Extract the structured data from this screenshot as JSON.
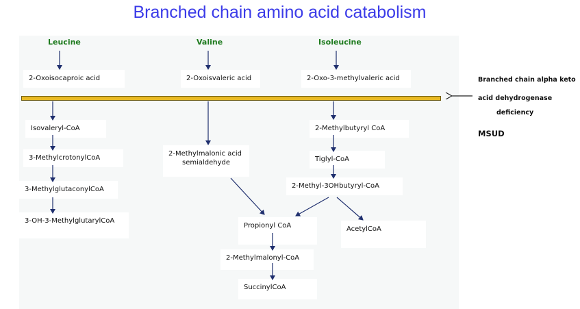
{
  "title": "Branched chain amino acid catabolism",
  "amino_acids": {
    "leucine": "Leucine",
    "valine": "Valine",
    "isoleucine": "Isoleucine"
  },
  "keto_acids": {
    "leucine": "2-Oxoisocaproic acid",
    "valine": "2-Oxoisvaleric acid",
    "isoleucine": "2-Oxo-3-methylvaleric acid"
  },
  "leucine_path": [
    "Isovaleryl-CoA",
    "3-MethylcrotonylCoA",
    "3-MethylglutaconylCoA",
    "3-OH-3-MethylglutarylCoA"
  ],
  "valine_path": {
    "intermediate_line1": "2-Methylmalonic acid",
    "intermediate_line2": "semialdehyde"
  },
  "isoleucine_path": [
    "2-Methylbutyryl CoA",
    "Tiglyl-CoA",
    "2-Methyl-3OHbutyryl-CoA"
  ],
  "shared_path": [
    "Propionyl CoA",
    "2-Methylmalonyl-CoA",
    "SuccinylCoA"
  ],
  "acetyl": "AcetylCoA",
  "side_note": {
    "line1": "Branched chain alpha keto",
    "line2": "acid dehydrogenase",
    "line3": "deficiency",
    "msud": "MSUD"
  },
  "colors": {
    "title": "#3b3be8",
    "amino": "#1d7a1d",
    "arrow": "#1f2f6e",
    "bar": "#e8b923"
  }
}
